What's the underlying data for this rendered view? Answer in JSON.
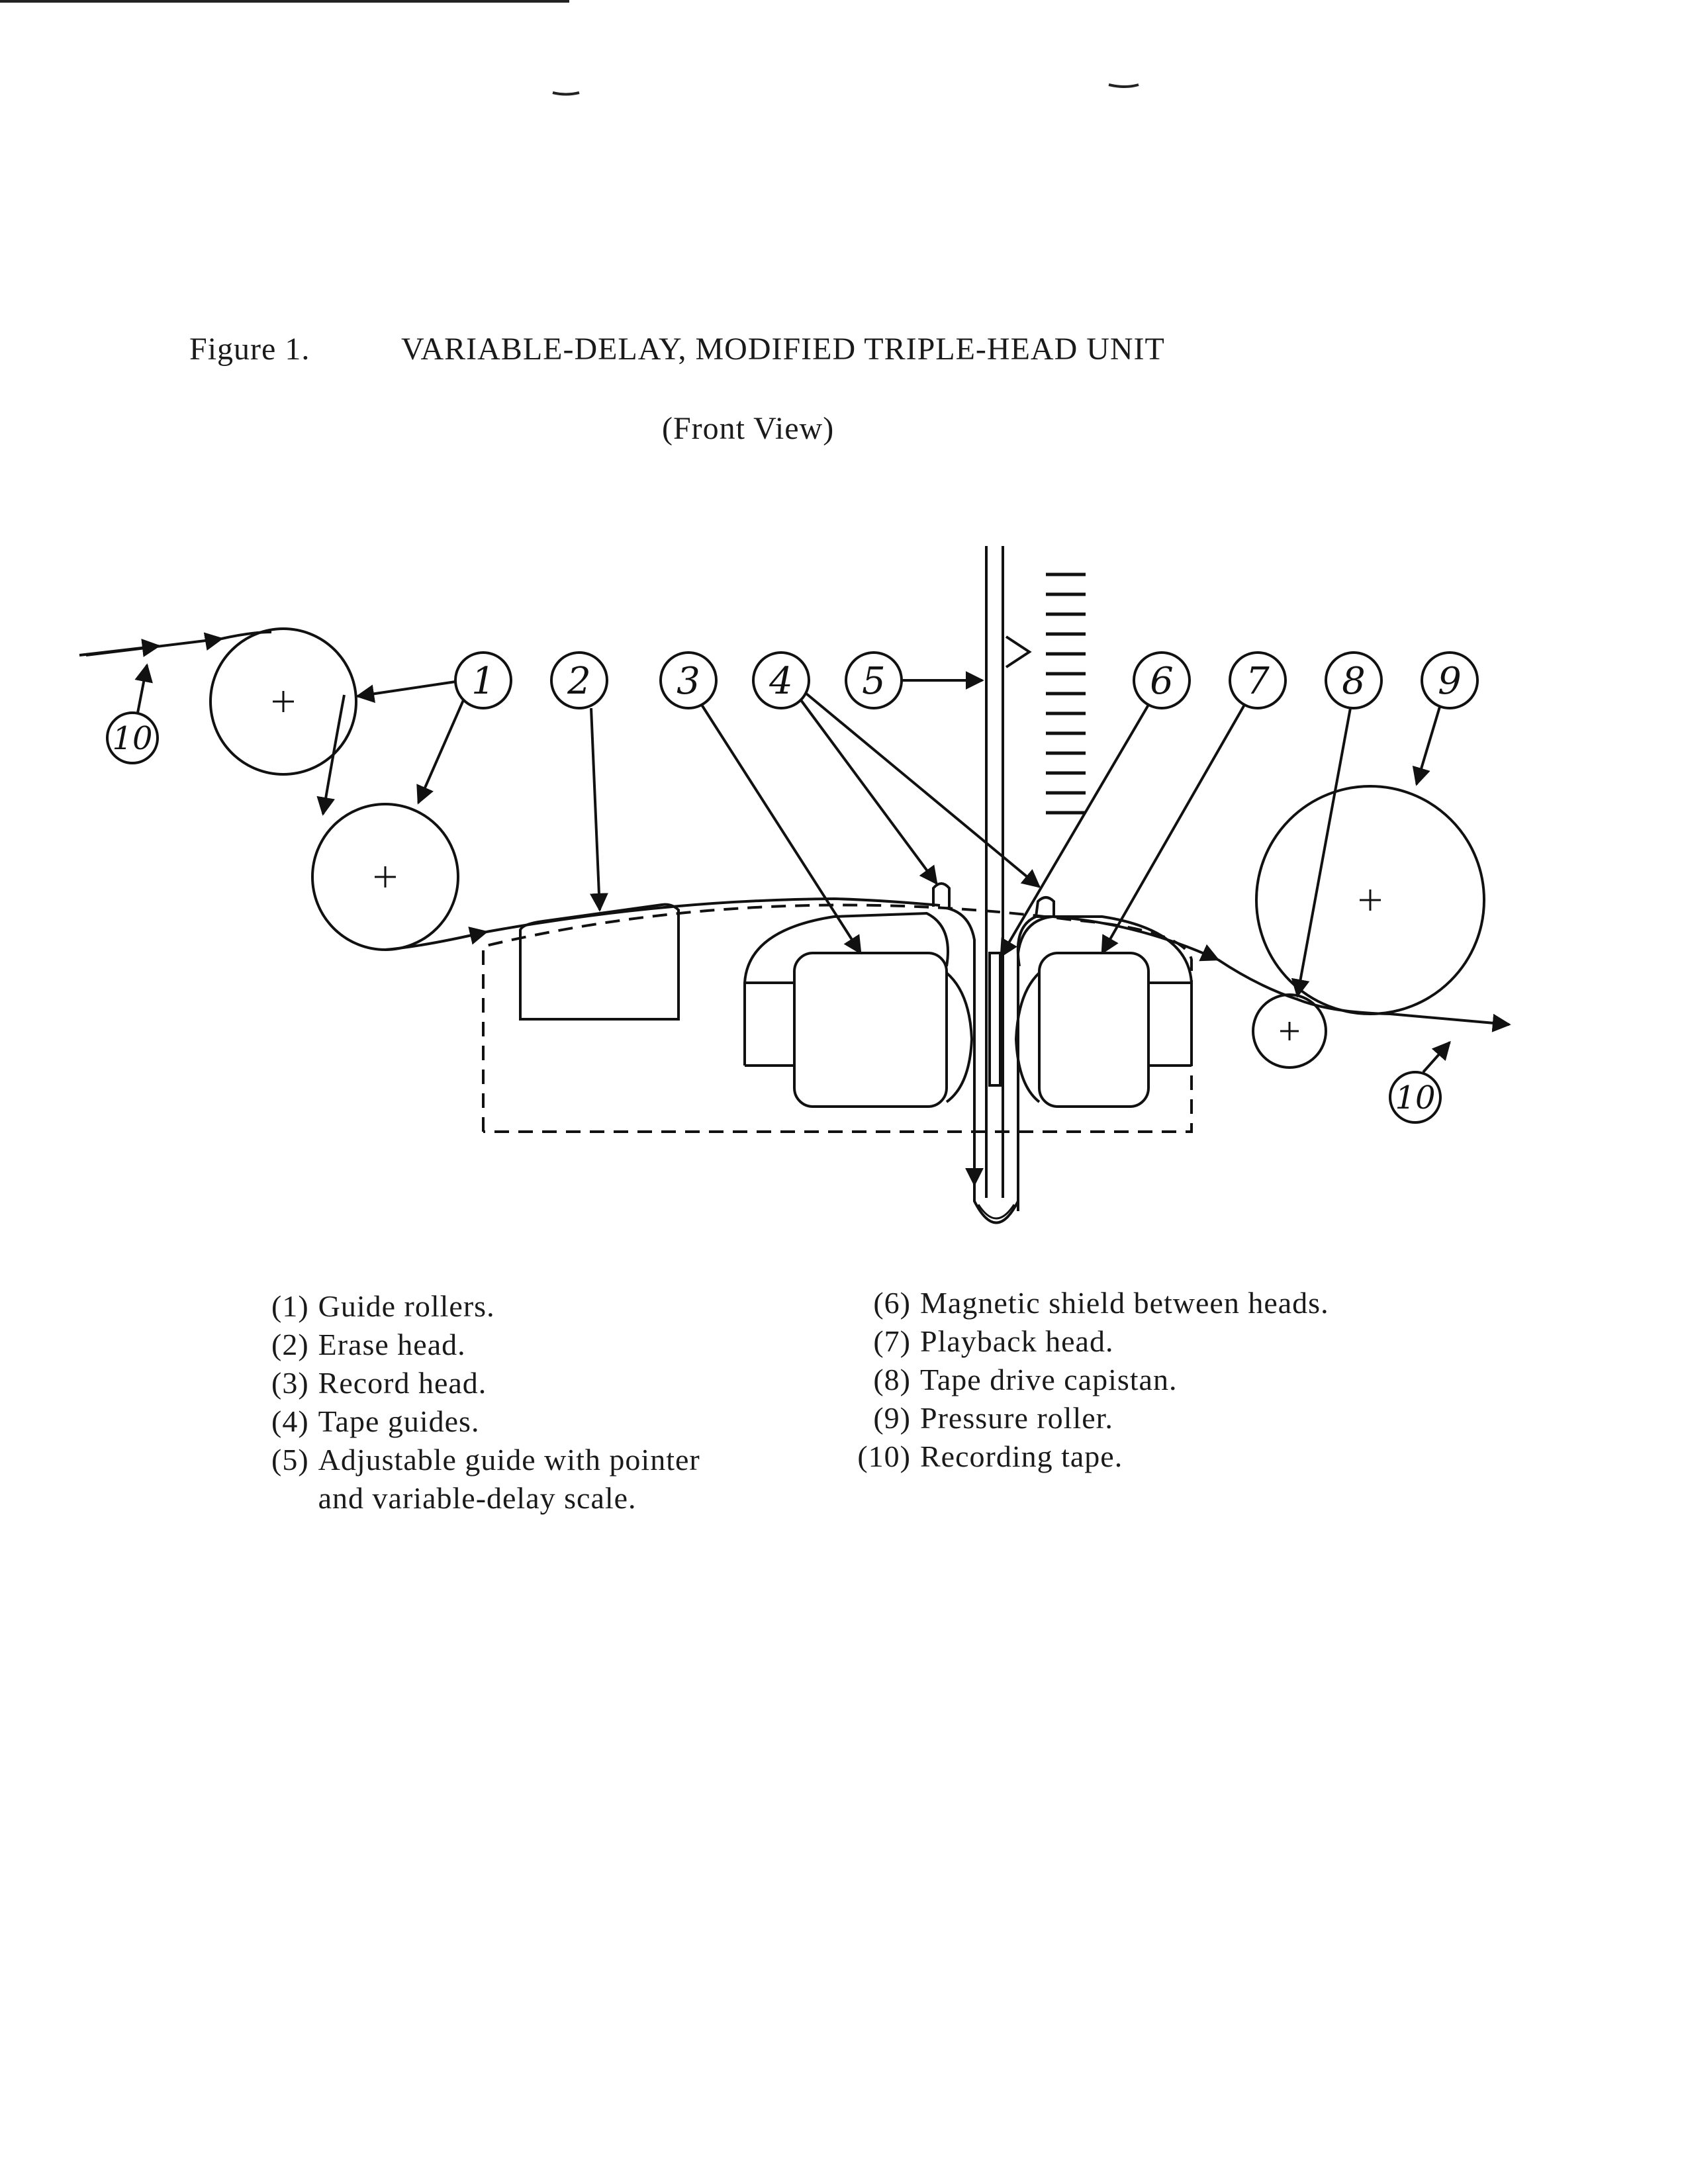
{
  "figure": {
    "label": "Figure 1.",
    "title": "VARIABLE-DELAY, MODIFIED TRIPLE-HEAD UNIT",
    "subtitle": "(Front View)"
  },
  "diagram": {
    "callouts": [
      "1",
      "2",
      "3",
      "4",
      "5",
      "6",
      "7",
      "8",
      "9",
      "10"
    ]
  },
  "legend": {
    "left": [
      {
        "num": "(1)",
        "text": "Guide rollers."
      },
      {
        "num": "(2)",
        "text": "Erase head."
      },
      {
        "num": "(3)",
        "text": "Record head."
      },
      {
        "num": "(4)",
        "text": "Tape guides."
      },
      {
        "num": "(5)",
        "text": "Adjustable guide with pointer and variable-delay scale."
      }
    ],
    "right": [
      {
        "num": "(6)",
        "text": "Magnetic shield between heads."
      },
      {
        "num": "(7)",
        "text": "Playback head."
      },
      {
        "num": "(8)",
        "text": "Tape drive capistan."
      },
      {
        "num": "(9)",
        "text": "Pressure roller."
      },
      {
        "num": "(10)",
        "text": "Recording tape."
      }
    ]
  }
}
